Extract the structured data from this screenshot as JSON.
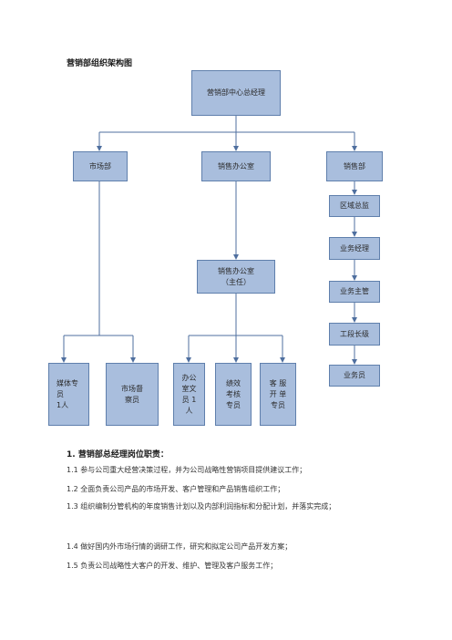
{
  "doc_title": "营销部组织架构图",
  "nodes": {
    "ceo": "营销部中心总经理",
    "marketing": "市场部",
    "sales_office": "销售办公室",
    "sales": "销售部",
    "regional_director": "区域总监",
    "business_manager": "业务经理",
    "business_supervisor": "业务主管",
    "section_leader": "工段长级",
    "salesperson": "业务员",
    "office_head": "销售办公室\n（主任）",
    "media_specialist": "媒体专\n员\n1人",
    "market_supervisor": "市场督\n察员",
    "office_clerk": "办公\n室文\n员 1\n人",
    "performance_specialist": "绩效\n考核\n专员",
    "cs_specialist": "客 服\n开 单\n专员"
  },
  "section1": {
    "heading": "1.  营销部总经理岗位职责：",
    "items": [
      "1.1 参与公司重大经营决策过程，并为公司战略性营销项目提供建议工作；",
      "1.2 全面负责公司产品的市场开发、客户管理和产品销售组织工作；",
      "1.3 组织编制分管机构的年度销售计划以及内部利润指标和分配计划，并落实完成；",
      "1.4 做好国内外市场行情的调研工作，研究和拟定公司产品开发方案；",
      "1.5 负责公司战略性大客户的开发、维护、管理及客户服务工作；"
    ]
  }
}
